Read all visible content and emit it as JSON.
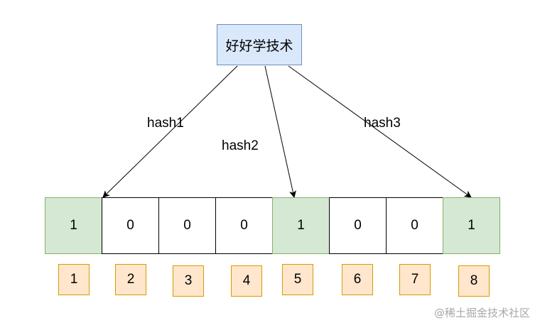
{
  "source": {
    "label": "好好学技术"
  },
  "hashes": [
    {
      "label": "hash1",
      "target_slot": 1
    },
    {
      "label": "hash2",
      "target_slot": 5
    },
    {
      "label": "hash3",
      "target_slot": 8
    }
  ],
  "bit_array": [
    {
      "value": "1",
      "set": true
    },
    {
      "value": "0",
      "set": false
    },
    {
      "value": "0",
      "set": false
    },
    {
      "value": "0",
      "set": false
    },
    {
      "value": "1",
      "set": true
    },
    {
      "value": "0",
      "set": false
    },
    {
      "value": "0",
      "set": false
    },
    {
      "value": "1",
      "set": true
    }
  ],
  "indices": [
    "1",
    "2",
    "3",
    "4",
    "5",
    "6",
    "7",
    "8"
  ],
  "colors": {
    "source_fill": "#dae8fc",
    "source_border": "#6c8ebf",
    "set_fill": "#d5e8d4",
    "set_border": "#82b366",
    "index_fill": "#ffe6cc",
    "index_border": "#d79b00"
  },
  "watermark": "@稀土掘金技术社区"
}
